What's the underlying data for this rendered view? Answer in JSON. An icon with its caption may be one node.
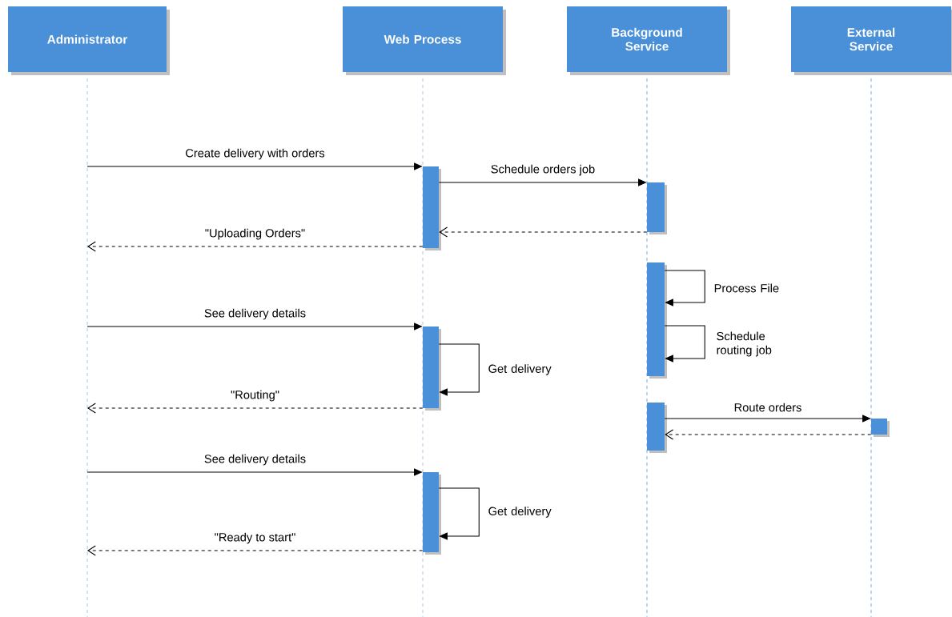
{
  "diagram": {
    "nodes": [
      {
        "text": [
          "Administrator"
        ]
      },
      {
        "text": [
          "Web Process"
        ]
      },
      {
        "text": [
          "Background Service"
        ]
      },
      {
        "text": [
          "External Service"
        ]
      },
      {
        "text": [],
        "shape": "bar"
      },
      {
        "text": [],
        "shape": "bar"
      },
      {
        "text": [],
        "shape": "bar"
      },
      {
        "text": [],
        "shape": "bar"
      },
      {
        "text": [],
        "shape": "bar"
      },
      {
        "text": [],
        "shape": "bar"
      },
      {
        "text": [],
        "shape": "bar"
      }
    ],
    "edges": [
      {
        "from": 0,
        "to": 4,
        "arrow": "to",
        "label": "Create delivery with orders"
      },
      {
        "from": 4,
        "to": 7,
        "arrow": "to",
        "label": "Schedule orders job"
      },
      {
        "from": 7,
        "to": 4,
        "arrow": "to",
        "style": "dashed"
      },
      {
        "from": 4,
        "to": 0,
        "arrow": "to",
        "style": "dashed",
        "label": "\"Uploading Orders\""
      },
      {
        "from": 8,
        "to": 8,
        "arrow": "to",
        "label": "Process File"
      },
      {
        "from": 8,
        "to": 8,
        "arrow": "to",
        "label": "Schedule routing job"
      },
      {
        "from": 0,
        "to": 5,
        "arrow": "to",
        "label": "See delivery details"
      },
      {
        "from": 5,
        "to": 5,
        "arrow": "to",
        "label": "Get delivery"
      },
      {
        "from": 5,
        "to": 0,
        "arrow": "to",
        "style": "dashed",
        "label": "\"Routing\""
      },
      {
        "from": 9,
        "to": 10,
        "arrow": "to",
        "label": "Route orders"
      },
      {
        "from": 10,
        "to": 9,
        "arrow": "to",
        "style": "dashed"
      },
      {
        "from": 0,
        "to": 6,
        "arrow": "to",
        "label": "See delivery details"
      },
      {
        "from": 6,
        "to": 6,
        "arrow": "to",
        "label": "Get delivery"
      },
      {
        "from": 6,
        "to": 0,
        "arrow": "to",
        "style": "dashed",
        "label": "\"Ready to start\""
      }
    ]
  }
}
